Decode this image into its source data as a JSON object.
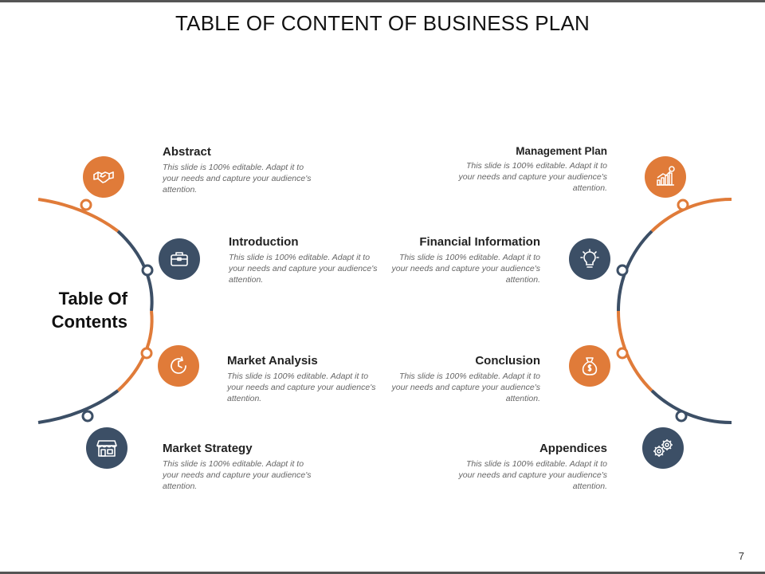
{
  "title": "TABLE OF CONTENT OF BUSINESS PLAN",
  "center_label": "Table Of Contents",
  "page_number": "7",
  "colors": {
    "orange": "#e07b39",
    "navy": "#3c4f66"
  },
  "items": [
    {
      "heading": "Abstract",
      "text": "This slide is 100% editable. Adapt it to your needs and capture your audience's attention.",
      "icon": "handshake-icon"
    },
    {
      "heading": "Introduction",
      "text": "This slide is 100% editable. Adapt it to your needs and capture your audience's attention.",
      "icon": "briefcase-icon"
    },
    {
      "heading": "Market Analysis",
      "text": "This slide is 100% editable. Adapt it to your needs and capture your audience's attention.",
      "icon": "clock-refresh-icon"
    },
    {
      "heading": "Market Strategy",
      "text": "This slide is 100% editable. Adapt it to your needs and capture your audience's attention.",
      "icon": "storefront-icon"
    },
    {
      "heading": "Management Plan",
      "text": "This slide is 100% editable. Adapt it to your needs and capture your audience's attention.",
      "icon": "bar-chart-dollar-icon"
    },
    {
      "heading": "Financial Information",
      "text": "This slide is 100% editable. Adapt it to your needs and capture your audience's attention.",
      "icon": "lightbulb-icon"
    },
    {
      "heading": "Conclusion",
      "text": "This slide is 100% editable. Adapt it to your needs and capture your audience's attention.",
      "icon": "money-bag-icon"
    },
    {
      "heading": "Appendices",
      "text": "This slide is 100% editable. Adapt it to your needs and capture your audience's attention.",
      "icon": "gears-icon"
    }
  ]
}
